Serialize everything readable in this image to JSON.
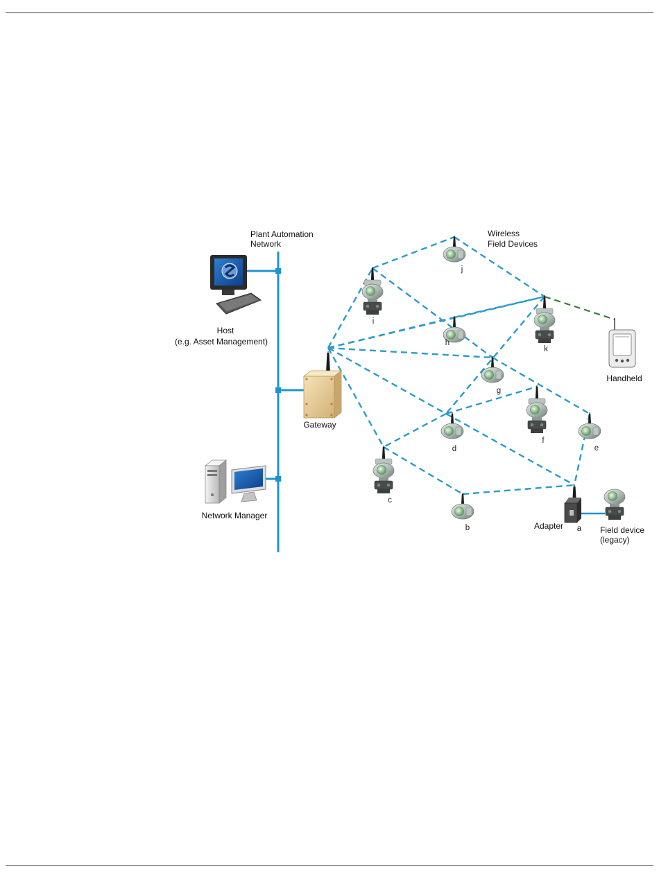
{
  "labels": {
    "plant_network_line1": "Plant Automation",
    "plant_network_line2": "Network",
    "wireless_line1": "Wireless",
    "wireless_line2": "Field Devices",
    "host_line1": "Host",
    "host_line2": "(e.g. Asset Management)",
    "gateway": "Gateway",
    "network_manager": "Network Manager",
    "handheld": "Handheld",
    "adapter": "Adapter",
    "field_device_line1": "Field device",
    "field_device_line2": "(legacy)"
  },
  "devices": {
    "a": "a",
    "b": "b",
    "c": "c",
    "d": "d",
    "e": "e",
    "f": "f",
    "g": "g",
    "h": "h",
    "i": "i",
    "j": "j",
    "k": "k"
  },
  "colors": {
    "network_bus": "#1b95d1",
    "wireless_link": "#2a9bc9",
    "handheld_link": "#3a7a3a"
  },
  "icons": {
    "host": "computer-icon",
    "network_manager": "server-computer-icon",
    "gateway": "gateway-box-icon",
    "handheld": "handheld-icon",
    "adapter": "adapter-icon",
    "field_device": "transmitter-icon"
  }
}
